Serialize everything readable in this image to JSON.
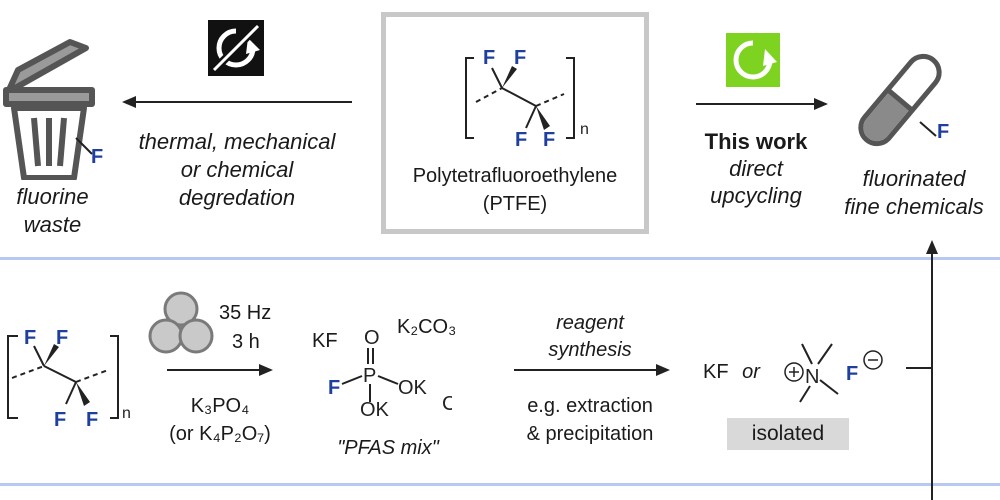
{
  "top": {
    "degradation": {
      "line1": "thermal, mechanical",
      "line2": "or chemical",
      "line3": "degredation"
    },
    "waste": {
      "line1": "fluorine",
      "line2": "waste",
      "f_label": "F"
    },
    "ptfe": {
      "name": "Polytetrafluoroethylene",
      "abbr": "(PTFE)",
      "f": "F",
      "n": "n"
    },
    "this_work": {
      "title": "This work",
      "line1": "direct",
      "line2": "upcycling"
    },
    "product": {
      "line1": "fluorinated",
      "line2": "fine chemicals",
      "f_label": "F"
    },
    "colors": {
      "no_recycle_bg": "#111111",
      "recycle_bg": "#7ed321",
      "separator": "#b9c8f0"
    }
  },
  "bottom": {
    "ptfe_f": "F",
    "ptfe_n": "n",
    "conditions": {
      "freq": "35 Hz",
      "time": "3 h",
      "reagent": "K₃PO₄",
      "alt": "(or K₄P₂O₇)"
    },
    "mix": {
      "kf": "KF",
      "k2co3": "K₂CO₃",
      "o": "O",
      "p": "P",
      "f": "F",
      "ok1": "OK",
      "ok2": "OK",
      "c": "C",
      "label": "\"PFAS mix\""
    },
    "synthesis": {
      "line1": "reagent",
      "line2": "synthesis",
      "line3": "e.g. extraction",
      "line4": "& precipitation"
    },
    "products": {
      "kf": "KF",
      "or": "or",
      "n": "N",
      "f": "F",
      "isolated": "isolated"
    }
  }
}
